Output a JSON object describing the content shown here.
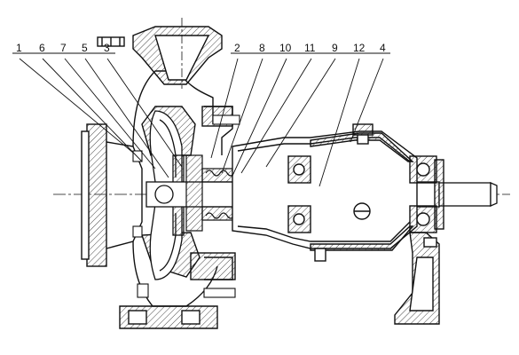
{
  "figure": {
    "callouts": [
      {
        "id": "c1",
        "label": "1"
      },
      {
        "id": "c6",
        "label": "6"
      },
      {
        "id": "c7",
        "label": "7"
      },
      {
        "id": "c5",
        "label": "5"
      },
      {
        "id": "c3",
        "label": "3"
      },
      {
        "id": "c2",
        "label": "2"
      },
      {
        "id": "c8",
        "label": "8"
      },
      {
        "id": "c10",
        "label": "10"
      },
      {
        "id": "c11",
        "label": "11"
      },
      {
        "id": "c9",
        "label": "9"
      },
      {
        "id": "c12",
        "label": "12"
      },
      {
        "id": "c4",
        "label": "4"
      }
    ],
    "colors": {
      "ink": "#111111",
      "hatch": "#333333",
      "paper": "#ffffff"
    }
  }
}
